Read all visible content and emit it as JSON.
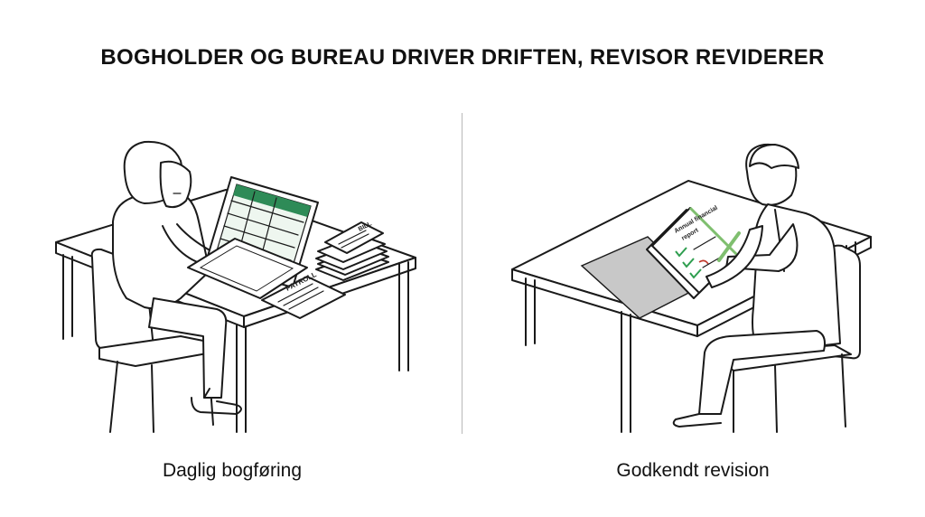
{
  "title": "BOGHOLDER OG BUREAU DRIVER DRIFTEN, REVISOR REVIDERER",
  "left": {
    "caption": "Daglig bogføring",
    "paper_stack_label": "BILL",
    "payroll_label": "PAYROLL"
  },
  "right": {
    "caption": "Godkendt revision",
    "report_label_line1": "Annual financial",
    "report_label_line2": "report"
  },
  "colors": {
    "spreadsheet_header": "#2e8b57",
    "check_mark": "#2e9e4f",
    "pen_highlight": "#7fbf6f",
    "red_mark": "#c0392b",
    "folder": "#c8c8c8"
  },
  "icons": [
    "accountant-woman-illustration",
    "auditor-man-illustration",
    "laptop-icon",
    "paper-stack-icon",
    "payroll-document-icon",
    "financial-report-icon"
  ]
}
